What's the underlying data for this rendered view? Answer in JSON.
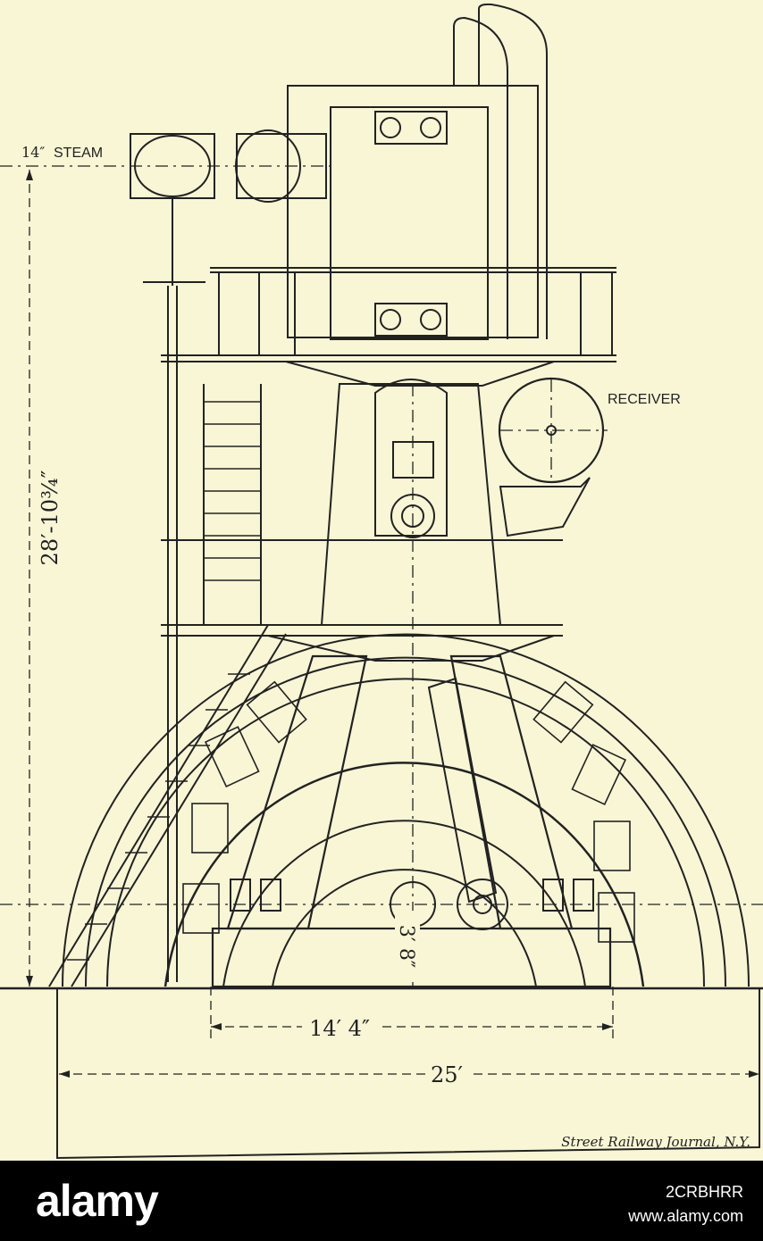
{
  "labels": {
    "steam": "STEAM",
    "steam_size": "14″",
    "receiver": "RECEIVER",
    "height_dim": "28′-10¾″",
    "width_bed": "14′ 4″",
    "width_total": "25′",
    "shaft_height": "3′ 8″"
  },
  "credit": "Street Railway Journal, N.Y.",
  "footer": {
    "brand": "alamy",
    "image_id": "2CRBHRR",
    "url": "www.alamy.com"
  },
  "colors": {
    "paper": "#f8f6d5",
    "ink": "#222222",
    "footer_bg": "#000000"
  }
}
